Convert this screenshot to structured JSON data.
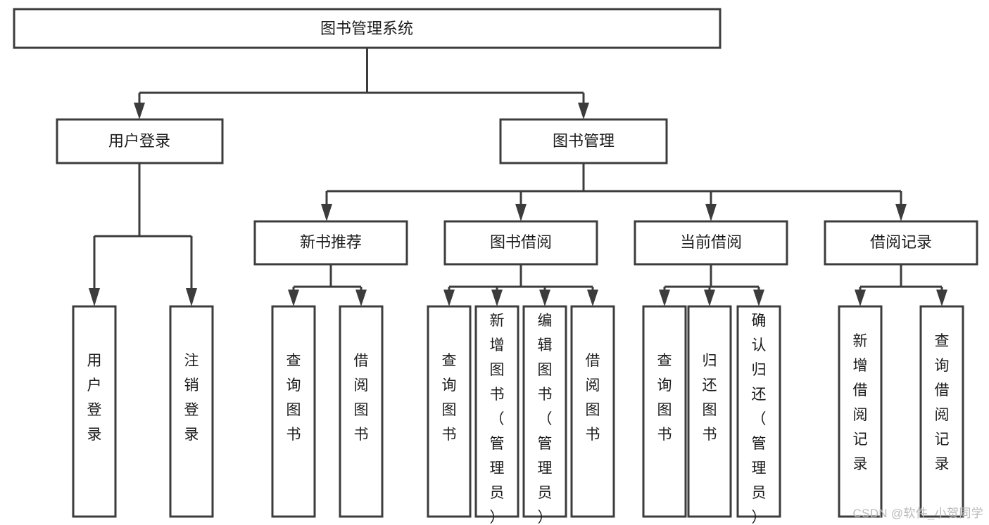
{
  "diagram": {
    "type": "tree",
    "title": "图书管理系统",
    "root": {
      "id": "root",
      "label": "图书管理系统",
      "orientation": "horizontal"
    },
    "level2": [
      {
        "id": "user-login",
        "label": "用户登录",
        "orientation": "horizontal"
      },
      {
        "id": "book-management",
        "label": "图书管理",
        "orientation": "horizontal"
      }
    ],
    "level3": [
      {
        "id": "new-book-recommend",
        "label": "新书推荐",
        "orientation": "horizontal",
        "parent": "book-management"
      },
      {
        "id": "book-borrow",
        "label": "图书借阅",
        "orientation": "horizontal",
        "parent": "book-management"
      },
      {
        "id": "current-borrow",
        "label": "当前借阅",
        "orientation": "horizontal",
        "parent": "book-management"
      },
      {
        "id": "borrow-record",
        "label": "借阅记录",
        "orientation": "horizontal",
        "parent": "book-management"
      }
    ],
    "leaves": [
      {
        "id": "leaf-user-login",
        "label": "用户登录",
        "orientation": "vertical",
        "parent": "user-login"
      },
      {
        "id": "leaf-logout",
        "label": "注销登录",
        "orientation": "vertical",
        "parent": "user-login"
      },
      {
        "id": "leaf-query-book-1",
        "label": "查询图书",
        "orientation": "vertical",
        "parent": "new-book-recommend"
      },
      {
        "id": "leaf-borrow-book-1",
        "label": "借阅图书",
        "orientation": "vertical",
        "parent": "new-book-recommend"
      },
      {
        "id": "leaf-query-book-2",
        "label": "查询图书",
        "orientation": "vertical",
        "parent": "book-borrow"
      },
      {
        "id": "leaf-add-book",
        "label": "新增图书（管理员）",
        "orientation": "vertical",
        "parent": "book-borrow"
      },
      {
        "id": "leaf-edit-book",
        "label": "编辑图书（管理员）",
        "orientation": "vertical",
        "parent": "book-borrow"
      },
      {
        "id": "leaf-borrow-book-2",
        "label": "借阅图书",
        "orientation": "vertical",
        "parent": "book-borrow"
      },
      {
        "id": "leaf-query-book-3",
        "label": "查询图书",
        "orientation": "vertical",
        "parent": "current-borrow"
      },
      {
        "id": "leaf-return-book",
        "label": "归还图书",
        "orientation": "vertical",
        "parent": "current-borrow"
      },
      {
        "id": "leaf-confirm-return",
        "label": "确认归还（管理员）",
        "orientation": "vertical",
        "parent": "current-borrow"
      },
      {
        "id": "leaf-add-record",
        "label": "新增借阅记录",
        "orientation": "vertical",
        "parent": "borrow-record"
      },
      {
        "id": "leaf-query-record",
        "label": "查询借阅记录",
        "orientation": "vertical",
        "parent": "borrow-record"
      }
    ],
    "colors": {
      "box_border": "#3c3c3c",
      "box_fill": "#ffffff",
      "connector": "#3c3c3c",
      "text": "#1b1b1b",
      "background": "#ffffff",
      "watermark": "#b9b9b9"
    }
  },
  "watermark": {
    "text": "CSDN @软件_小贺同学"
  }
}
